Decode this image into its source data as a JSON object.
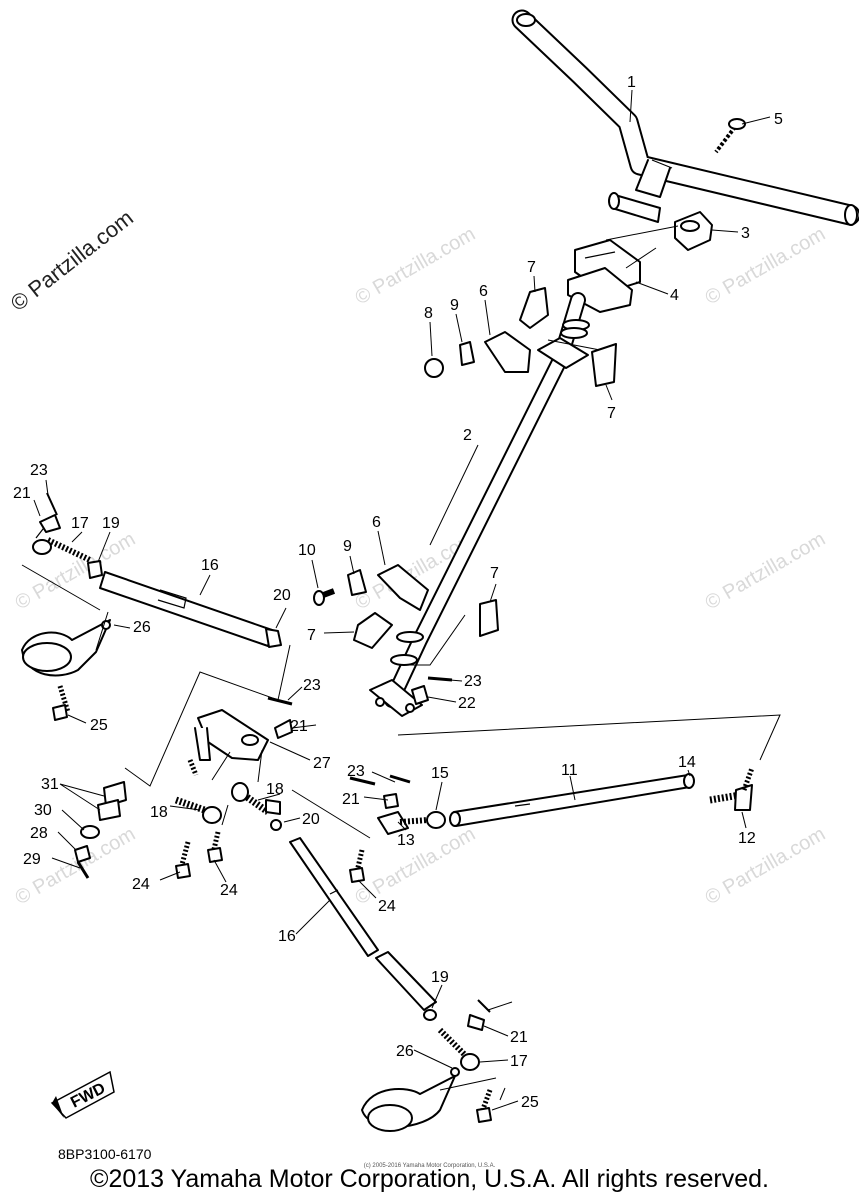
{
  "watermark": "© Partzilla.com",
  "diagram_code": "8BP3100-6170",
  "fwd_label": "FWD",
  "callouts": [
    "1",
    "2",
    "3",
    "4",
    "5",
    "6",
    "6",
    "7",
    "7",
    "7",
    "7",
    "8",
    "9",
    "9",
    "10",
    "11",
    "12",
    "13",
    "14",
    "15",
    "16",
    "16",
    "17",
    "17",
    "18",
    "18",
    "19",
    "19",
    "20",
    "20",
    "21",
    "21",
    "21",
    "21",
    "22",
    "23",
    "23",
    "23",
    "23",
    "24",
    "24",
    "24",
    "25",
    "25",
    "26",
    "26",
    "27",
    "28",
    "29",
    "30",
    "31"
  ],
  "small_notice": "(c) 2005-2016 Yamaha Motor Corporation, U.S.A.",
  "copyright": "©2013 Yamaha Motor Corporation, U.S.A. All rights reserved."
}
